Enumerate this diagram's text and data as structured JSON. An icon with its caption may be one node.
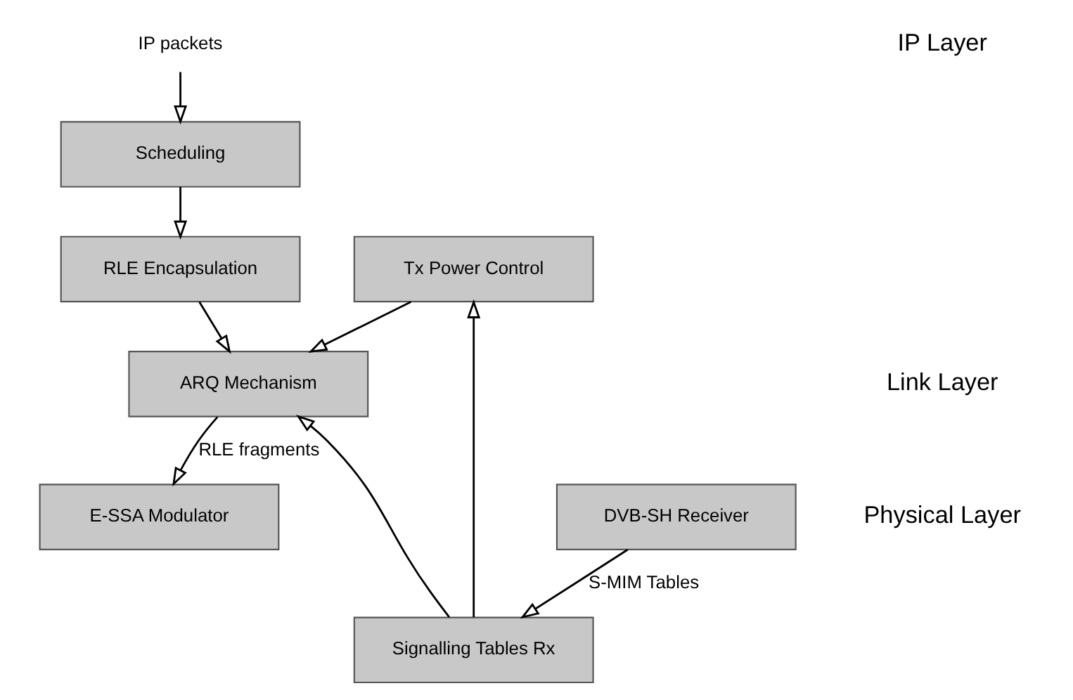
{
  "diagram": {
    "nodes": [
      {
        "text": [
          "IP packets"
        ]
      },
      {
        "text": [
          "Scheduling"
        ]
      },
      {
        "text": [
          "RLE Encapsulation"
        ]
      },
      {
        "text": [
          "ARQ Mechanism"
        ]
      },
      {
        "text": [
          "Tx Power Control"
        ]
      },
      {
        "text": [
          "Signalling Tables Rx"
        ]
      },
      {
        "text": [
          "DVB-SH Receiver"
        ]
      },
      {
        "text": [
          "E-SSA Modulator"
        ]
      }
    ],
    "edges": [
      {
        "from": 0,
        "to": 1,
        "arrow": "to"
      },
      {
        "from": 1,
        "to": 2,
        "arrow": "to"
      },
      {
        "from": 2,
        "to": 3,
        "arrow": "to"
      },
      {
        "from": 5,
        "to": 4,
        "arrow": "to"
      },
      {
        "from": 4,
        "to": 3,
        "arrow": "to"
      },
      {
        "from": 5,
        "to": 3,
        "arrow": "to"
      },
      {
        "from": 6,
        "to": 5,
        "arrow": "to",
        "label": "S-MIM Tables"
      },
      {
        "from": 3,
        "to": 7,
        "arrow": "to",
        "label": "RLE fragments"
      }
    ],
    "labels": [
      "IP Layer",
      "Link Layer",
      "Physical Layer"
    ]
  }
}
